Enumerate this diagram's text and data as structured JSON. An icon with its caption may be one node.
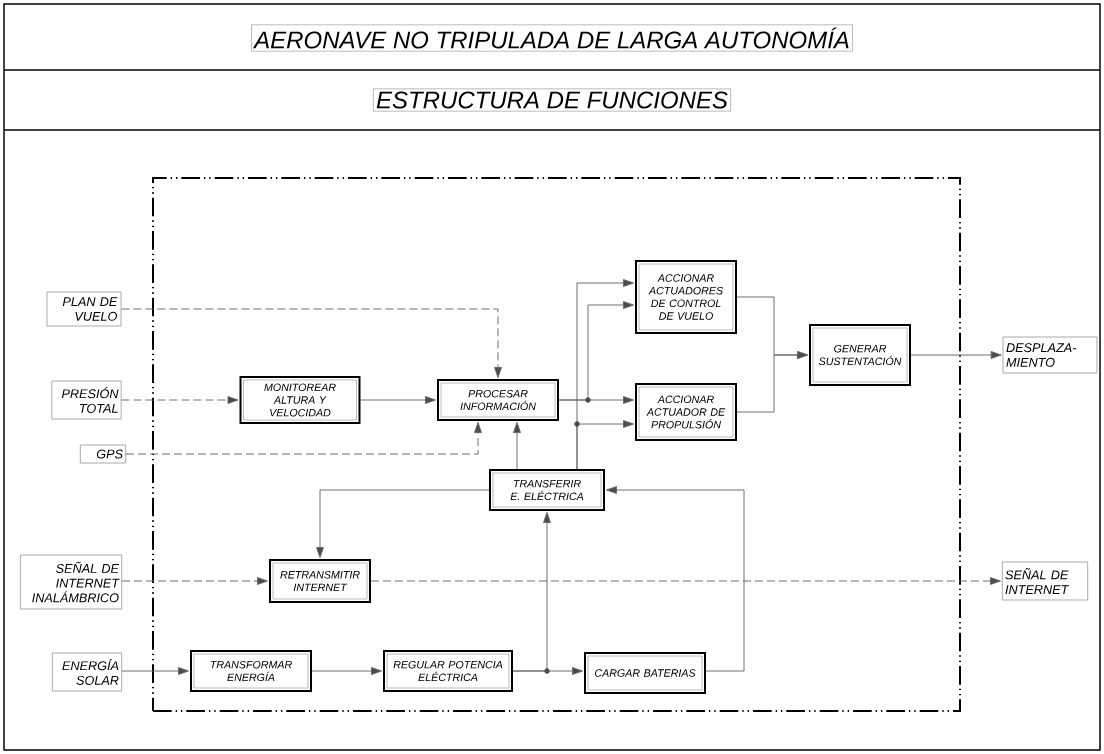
{
  "diagram": {
    "title": "AERONAVE NO TRIPULADA DE LARGA AUTONOMÍA",
    "labels": [
      "ESTRUCTURA DE FUNCIONES"
    ],
    "nodes": [
      {
        "text": [],
        "shape": "box"
      },
      {
        "text": [
          "PLAN DE VUELO"
        ]
      },
      {
        "text": [
          "PRESIÓN TOTAL"
        ]
      },
      {
        "text": [
          "GPS"
        ]
      },
      {
        "text": [
          "SEÑAL DE INTERNET INALÁMBRICO"
        ]
      },
      {
        "text": [
          "ENERGÍA SOLAR"
        ]
      },
      {
        "text": [
          "MONITOREAR ALTURA Y VELOCIDAD"
        ],
        "in": 0
      },
      {
        "text": [
          "PROCESAR INFORMACIÓN"
        ],
        "in": 0
      },
      {
        "text": [
          "ACCIONAR ACTUADORES DE CONTROL DE VUELO"
        ],
        "in": 0
      },
      {
        "text": [
          "ACCIONAR ACTUADOR DE PROPULSIÓN"
        ],
        "in": 0
      },
      {
        "text": [
          "GENERAR SUSTENTACIÓN"
        ],
        "in": 0
      },
      {
        "text": [
          "TRANSFERIR E. ELÉCTRICA"
        ],
        "in": 0
      },
      {
        "text": [
          "RETRANSMITIR INTERNET"
        ],
        "in": 0
      },
      {
        "text": [
          "TRANSFORMAR ENERGÍA"
        ],
        "in": 0
      },
      {
        "text": [
          "REGULAR POTENCIA ELÉCTRICA"
        ],
        "in": 0
      },
      {
        "text": [
          "CARGAR BATERIAS"
        ],
        "in": 0
      },
      {
        "text": [
          "DESPLAZA- MIENTO"
        ]
      },
      {
        "text": [
          "SEÑAL DE INTERNET"
        ]
      }
    ],
    "edges": [
      {
        "from": 1,
        "to": 7,
        "arrow": "to",
        "style": "dashed"
      },
      {
        "from": 2,
        "to": 6,
        "arrow": "to",
        "style": "dashed"
      },
      {
        "from": 3,
        "to": 7,
        "arrow": "to",
        "style": "dashed"
      },
      {
        "from": 6,
        "to": 7,
        "arrow": "to"
      },
      {
        "from": 7,
        "to": 8,
        "arrow": "to"
      },
      {
        "from": 7,
        "to": 9,
        "arrow": "to"
      },
      {
        "from": 11,
        "to": 8,
        "arrow": "to"
      },
      {
        "from": 11,
        "to": 9,
        "arrow": "to"
      },
      {
        "from": 11,
        "to": 7,
        "arrow": "to"
      },
      {
        "from": 8,
        "to": 10,
        "arrow": "to"
      },
      {
        "from": 9,
        "to": 10,
        "arrow": "to"
      },
      {
        "from": 10,
        "to": 16,
        "arrow": "to"
      },
      {
        "from": 11,
        "to": 12,
        "arrow": "to"
      },
      {
        "from": 4,
        "to": 12,
        "arrow": "to",
        "style": "dashed"
      },
      {
        "from": 12,
        "to": 17,
        "arrow": "to",
        "style": "dashed"
      },
      {
        "from": 5,
        "to": 13,
        "arrow": "to"
      },
      {
        "from": 13,
        "to": 14,
        "arrow": "to"
      },
      {
        "from": 14,
        "to": 15,
        "arrow": "to"
      },
      {
        "from": 14,
        "to": 11,
        "arrow": "to"
      },
      {
        "from": 15,
        "to": 11,
        "arrow": "to"
      }
    ]
  }
}
